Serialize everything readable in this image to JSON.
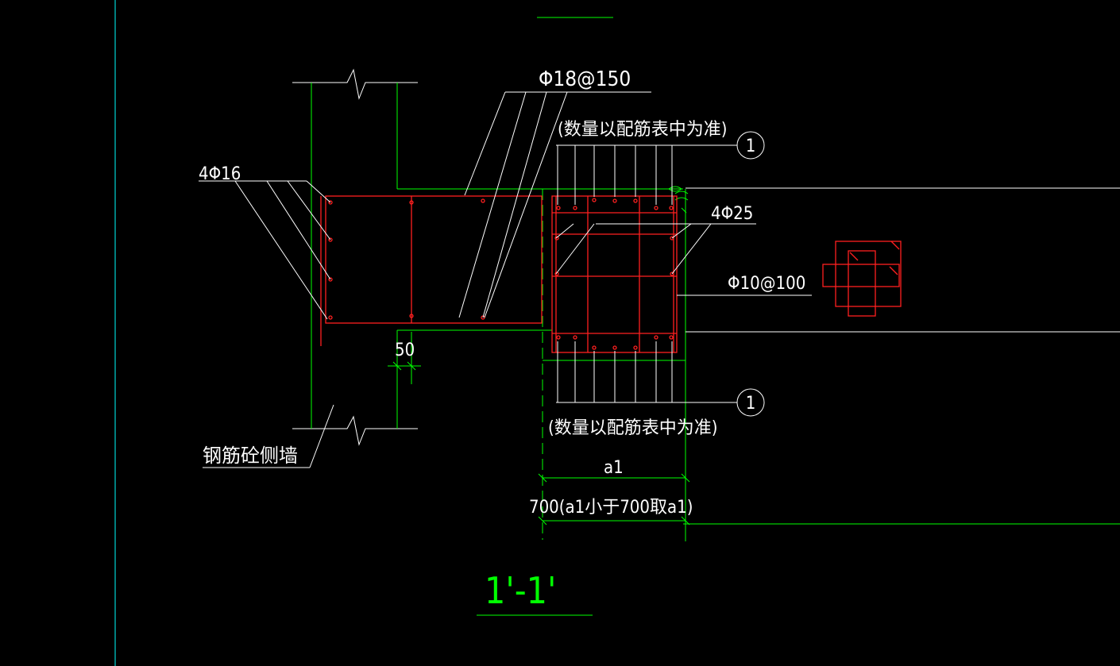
{
  "labels": {
    "rebar_top": "Φ18@150",
    "note_top": "(数量以配筋表中为准)",
    "rebar_left": "4Φ16",
    "rebar_corner": "4Φ25",
    "stirrup": "Φ10@100",
    "cover": "50",
    "note_bottom": "(数量以配筋表中为准)",
    "wall_label": "钢筋砼侧墙",
    "dim_a1": "a1",
    "dim_700": "700(a1小于700取a1)",
    "section_title": "1'-1'"
  },
  "callouts": {
    "top_marker": "1",
    "bottom_marker": "1"
  },
  "colors": {
    "background": "#000000",
    "concrete_outline": "#00ff00",
    "rebar": "#ff2020",
    "leader": "#ffffff",
    "frame_line": "#00ffff",
    "title": "#00ff00"
  }
}
